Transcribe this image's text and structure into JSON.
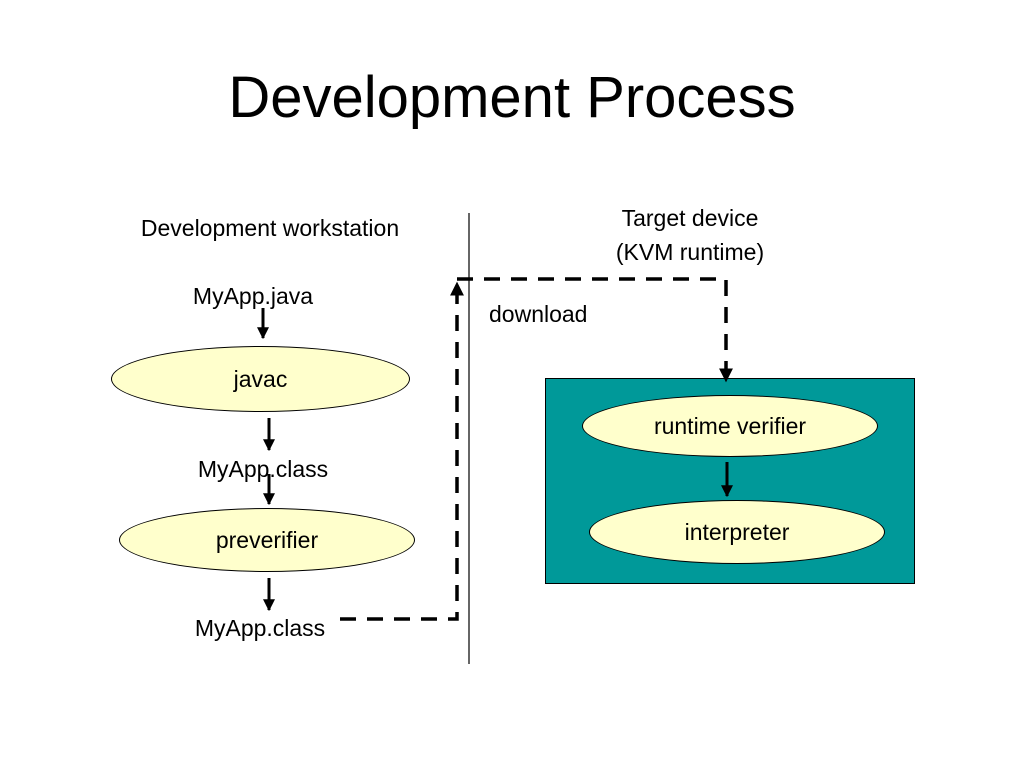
{
  "slide": {
    "title": "Development Process"
  },
  "workstation": {
    "heading": "Development workstation",
    "source_file": "MyApp.java",
    "compiler": "javac",
    "class_file_1": "MyApp.class",
    "preverifier": "preverifier",
    "class_file_2": "MyApp.class"
  },
  "device": {
    "heading_line1": "Target device",
    "heading_line2": "(KVM runtime)",
    "verifier": "runtime verifier",
    "interpreter": "interpreter",
    "box_color": "#009999"
  },
  "transfer": {
    "label": "download"
  },
  "colors": {
    "process_fill": "#ffffcc"
  }
}
